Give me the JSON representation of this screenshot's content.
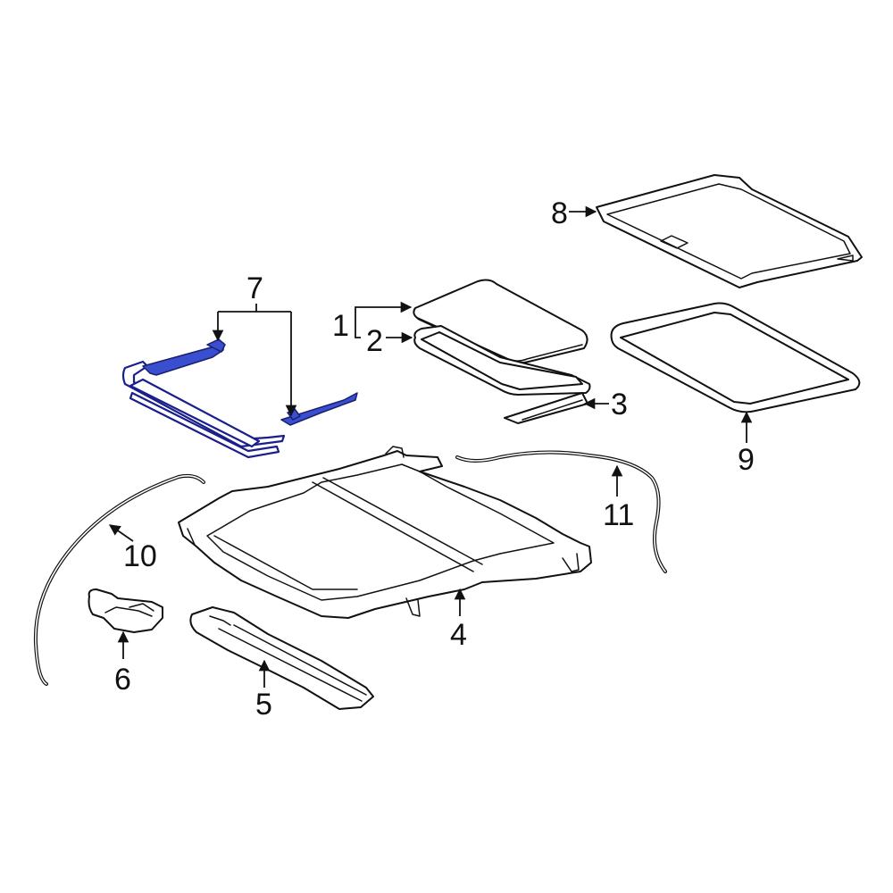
{
  "callouts": [
    {
      "id": "1",
      "label": "1"
    },
    {
      "id": "2",
      "label": "2"
    },
    {
      "id": "3",
      "label": "3"
    },
    {
      "id": "4",
      "label": "4"
    },
    {
      "id": "5",
      "label": "5"
    },
    {
      "id": "6",
      "label": "6"
    },
    {
      "id": "7",
      "label": "7"
    },
    {
      "id": "8",
      "label": "8"
    },
    {
      "id": "9",
      "label": "9"
    },
    {
      "id": "10",
      "label": "10"
    },
    {
      "id": "11",
      "label": "11"
    }
  ],
  "colors": {
    "line": "#111111",
    "highlight_fill": "#3a4fd0",
    "highlight_stroke": "#1a1f8e",
    "background": "#ffffff"
  },
  "highlighted_part": "7"
}
